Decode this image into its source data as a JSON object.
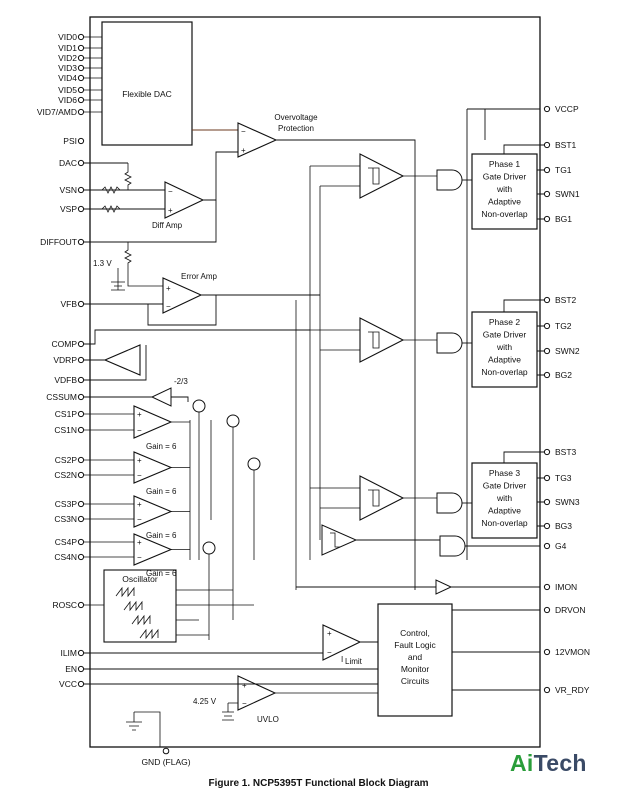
{
  "left_pins": [
    "VID0",
    "VID1",
    "VID2",
    "VID3",
    "VID4",
    "VID5",
    "VID6",
    "VID7/AMD",
    "PSI",
    "DAC",
    "VSN",
    "VSP",
    "DIFFOUT",
    "VFB",
    "COMP",
    "VDRP",
    "VDFB",
    "CSSUM",
    "CS1P",
    "CS1N",
    "CS2P",
    "CS2N",
    "CS3P",
    "CS3N",
    "CS4P",
    "CS4N",
    "ROSC",
    "ILIM",
    "EN",
    "VCC"
  ],
  "right_pins": [
    "VCCP",
    "BST1",
    "TG1",
    "SWN1",
    "BG1",
    "BST2",
    "TG2",
    "SWN2",
    "BG2",
    "BST3",
    "TG3",
    "SWN3",
    "BG3",
    "G4",
    "IMON",
    "DRVON",
    "12VMON",
    "VR_RDY"
  ],
  "bottom_pin": "GND (FLAG)",
  "blocks": {
    "dac": "Flexible DAC",
    "control": [
      "Control,",
      "Fault Logic",
      "and",
      "Monitor",
      "Circuits"
    ],
    "oscillator": "Oscillator",
    "gate_drivers": [
      [
        "Phase 1",
        "Gate Driver",
        "with",
        "Adaptive",
        "Non-overlap"
      ],
      [
        "Phase 2",
        "Gate Driver",
        "with",
        "Adaptive",
        "Non-overlap"
      ],
      [
        "Phase 3",
        "Gate Driver",
        "with",
        "Adaptive",
        "Non-overlap"
      ]
    ]
  },
  "labels": {
    "overvoltage": [
      "Overvoltage",
      "Protection"
    ],
    "diff_amp": "Diff Amp",
    "error_amp": "Error Amp",
    "ref_1v3": "1.3 V",
    "gain_minus": "-2/3",
    "gain": "Gain = 6",
    "ilimit": "I",
    "ilimit_sub": "Limit",
    "uvlo": "UVLO",
    "ref_4v25": "4.25 V"
  },
  "caption": "Figure 1. NCP5395T Functional Block Diagram",
  "logo": {
    "ai": "Ai",
    "tech": "Tech",
    "color_ai": "#2a9d3a",
    "color_tech": "#3a4a66"
  }
}
